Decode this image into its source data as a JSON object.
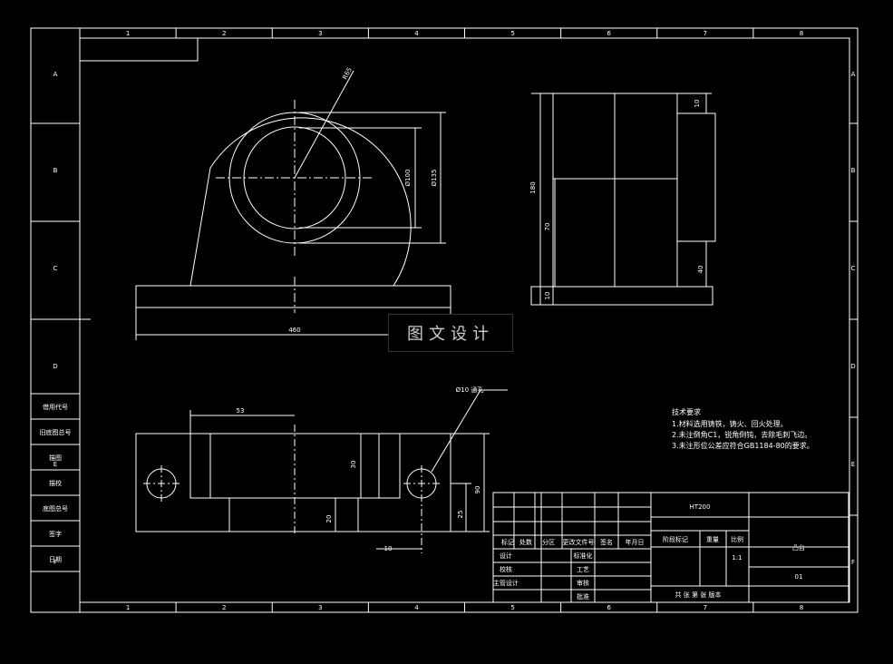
{
  "colors": {
    "background": "#000000",
    "lines": "#ffffff",
    "watermark": "#cccccc"
  },
  "border": {
    "columns": [
      "1",
      "2",
      "3",
      "4",
      "5",
      "6",
      "7",
      "8"
    ],
    "rows": [
      "A",
      "B",
      "C",
      "D",
      "E",
      "F"
    ]
  },
  "side_strip": [
    "借用代号",
    "旧底图总号",
    "描图",
    "描校",
    "底图总号",
    "签字",
    "日期"
  ],
  "dimensions": {
    "front": {
      "r_outer": "R65",
      "d_inner": "Ø100",
      "d_outer": "Ø135",
      "width": "460"
    },
    "side": {
      "top_step": "10",
      "height": "180",
      "mid": "70",
      "bottom_step": "40",
      "base": "10"
    },
    "top": {
      "left": "53",
      "hole_note": "Ø10 通孔",
      "height_inner": "30",
      "offset": "25",
      "total": "90",
      "left_edge": "10",
      "small": "20"
    }
  },
  "notes": {
    "title": "技术要求",
    "items": [
      "1.材料选用铸铁，铸火、回火处理。",
      "2.未注倒角C1，锐角倒钝，去除毛刺飞边。",
      "3.未注形位公差应符合GB1184-80的要求。"
    ]
  },
  "title_block": {
    "material": "HT200",
    "part_name": "凸台",
    "code": "01",
    "scale": "1:1",
    "headers": {
      "stage": "阶段标记",
      "weight": "重量",
      "scale_label": "比例"
    },
    "row_head": [
      "标记",
      "处数",
      "分区",
      "更改文件号",
      "签名",
      "年月日"
    ],
    "roles_left": [
      "设计",
      "校核",
      "主管设计"
    ],
    "roles_mid": [
      "标准化",
      "工艺",
      "审核",
      "批准"
    ],
    "sheet": "共  张  第  张    版本"
  },
  "watermark": "图文设计"
}
